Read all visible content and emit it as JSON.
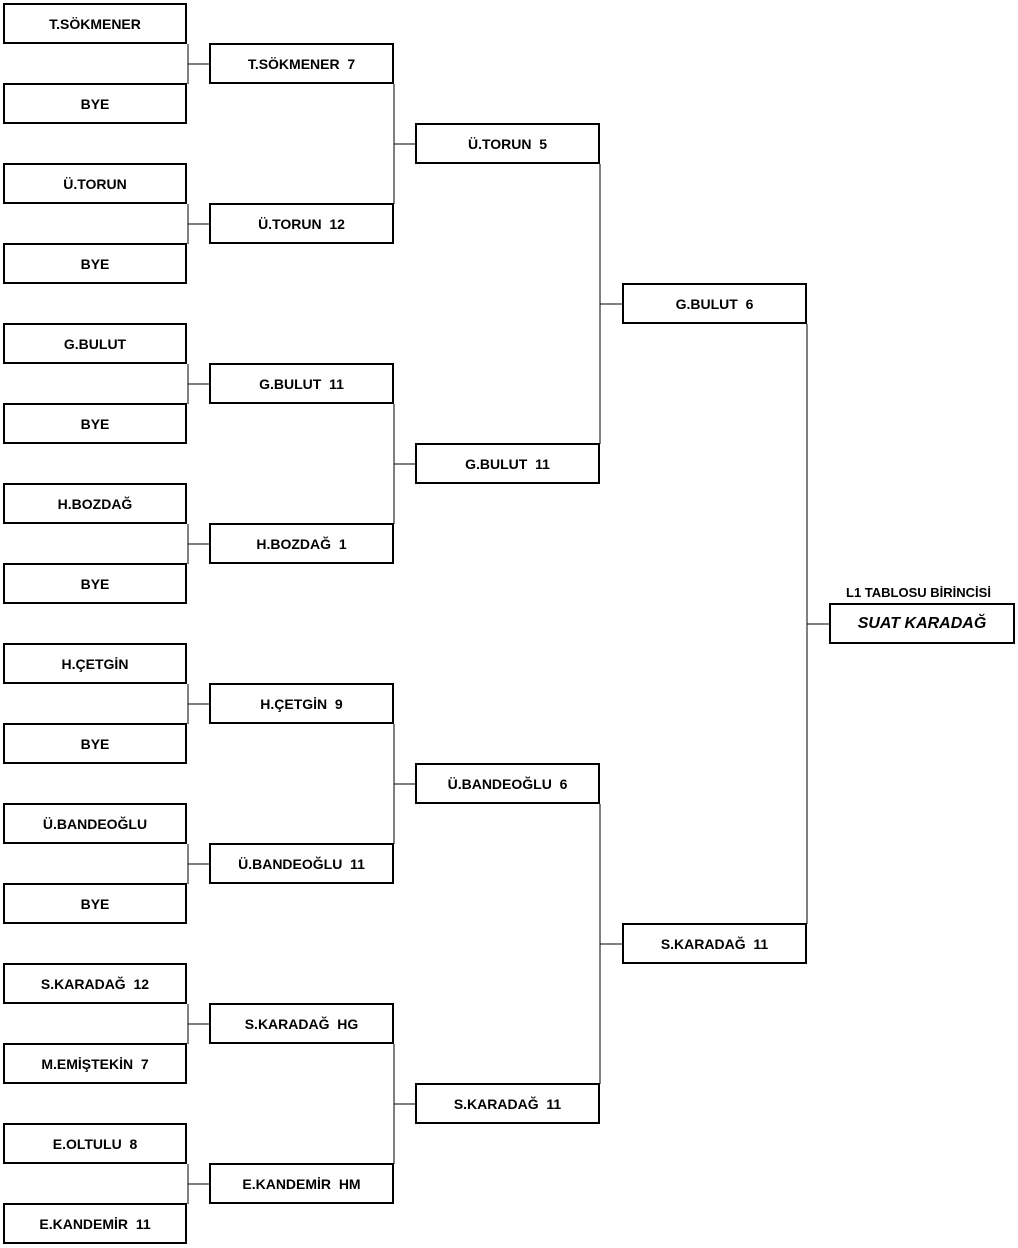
{
  "rounds": {
    "r1": [
      "T.SÖKMENER",
      "BYE",
      "Ü.TORUN",
      "BYE",
      "G.BULUT",
      "BYE",
      "H.BOZDAĞ",
      "BYE",
      "H.ÇETGİN",
      "BYE",
      "Ü.BANDEOĞLU",
      "BYE",
      "S.KARADAĞ  12",
      "M.EMİŞTEKİN  7",
      "E.OLTULU  8",
      "E.KANDEMİR  11"
    ],
    "r2": [
      "T.SÖKMENER  7",
      "Ü.TORUN  12",
      "G.BULUT  11",
      "H.BOZDAĞ  1",
      "H.ÇETGİN  9",
      "Ü.BANDEOĞLU  11",
      "S.KARADAĞ  HG",
      "E.KANDEMİR  HM"
    ],
    "r3": [
      "Ü.TORUN  5",
      "G.BULUT  11",
      "Ü.BANDEOĞLU  6",
      "S.KARADAĞ  11"
    ],
    "r4": [
      "G.BULUT  6",
      "S.KARADAĞ  11"
    ]
  },
  "winner": {
    "title": "L1 TABLOSU BİRİNCİSİ",
    "name": "SUAT KARADAĞ"
  }
}
